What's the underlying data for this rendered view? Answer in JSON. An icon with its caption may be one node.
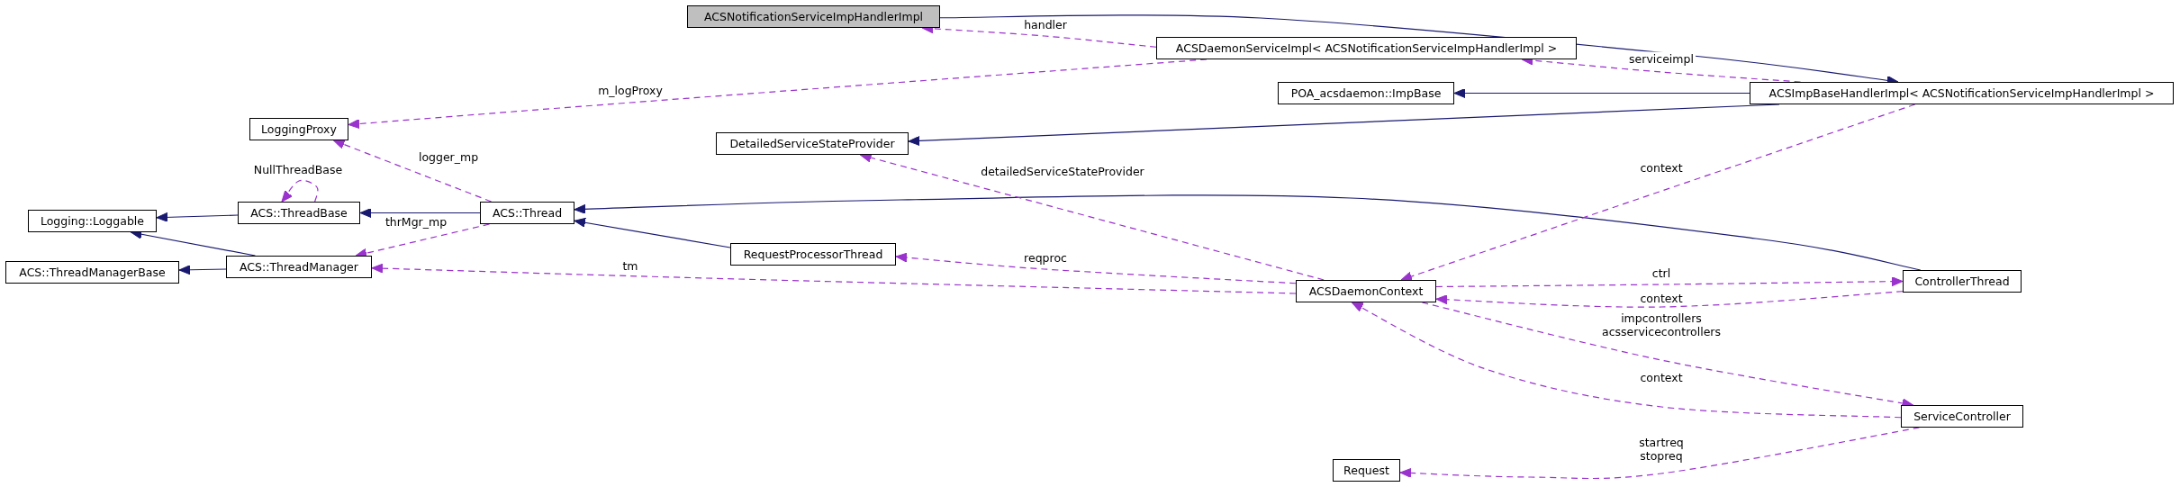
{
  "diagram": {
    "nodes": [
      {
        "text": [
          "ACSNotificationServiceImpHandlerImpl"
        ]
      },
      {
        "text": [
          "ACSDaemonServiceImpl< ACSNotificationServiceImpHandlerImpl >"
        ]
      },
      {
        "text": [
          "LoggingProxy"
        ]
      },
      {
        "text": [
          "POA_acsdaemon::ImpBase"
        ]
      },
      {
        "text": [
          "ACSImpBaseHandlerImpl< ACSNotificationServiceImpHandlerImpl >"
        ]
      },
      {
        "text": [
          "DetailedServiceStateProvider"
        ]
      },
      {
        "text": [
          "Logging::Loggable"
        ]
      },
      {
        "text": [
          "ACS::ThreadBase"
        ]
      },
      {
        "text": [
          "ACS::Thread"
        ]
      },
      {
        "text": [
          "ACS::ThreadManagerBase"
        ]
      },
      {
        "text": [
          "ACS::ThreadManager"
        ]
      },
      {
        "text": [
          "RequestProcessorThread"
        ]
      },
      {
        "text": [
          "ACSDaemonContext"
        ]
      },
      {
        "text": [
          "ControllerThread"
        ]
      },
      {
        "text": [
          "ServiceController"
        ]
      },
      {
        "text": [
          "Request"
        ]
      }
    ],
    "edges": [
      {
        "from": 0,
        "to": 4,
        "arrow": "to",
        "color": "#191970"
      },
      {
        "from": 1,
        "to": 0,
        "arrow": "to",
        "label": "handler",
        "style": "dashed"
      },
      {
        "from": 4,
        "to": 1,
        "arrow": "to",
        "label": "serviceimpl",
        "style": "dashed"
      },
      {
        "from": 1,
        "to": 2,
        "arrow": "to",
        "label": "m_logProxy",
        "style": "dashed"
      },
      {
        "from": 4,
        "to": 3,
        "arrow": "to",
        "color": "#191970"
      },
      {
        "from": 4,
        "to": 5,
        "arrow": "to",
        "color": "#191970"
      },
      {
        "from": 13,
        "to": 8,
        "arrow": "to",
        "color": "#191970"
      },
      {
        "from": 11,
        "to": 8,
        "arrow": "to",
        "color": "#191970"
      },
      {
        "from": 8,
        "to": 7,
        "arrow": "to",
        "color": "#191970"
      },
      {
        "from": 7,
        "to": 6,
        "arrow": "to",
        "color": "#191970"
      },
      {
        "from": 10,
        "to": 6,
        "arrow": "to",
        "color": "#191970"
      },
      {
        "from": 10,
        "to": 9,
        "arrow": "to",
        "color": "#191970"
      },
      {
        "from": 7,
        "to": 7,
        "arrow": "to",
        "label": "NullThreadBase",
        "style": "dashed"
      },
      {
        "from": 8,
        "to": 2,
        "arrow": "to",
        "label": "logger_mp",
        "style": "dashed"
      },
      {
        "from": 8,
        "to": 10,
        "arrow": "to",
        "label": "thrMgr_mp",
        "style": "dashed"
      },
      {
        "from": 12,
        "to": 10,
        "arrow": "to",
        "label": "tm",
        "style": "dashed"
      },
      {
        "from": 12,
        "to": 11,
        "arrow": "to",
        "label": "reqproc",
        "style": "dashed"
      },
      {
        "from": 12,
        "to": 5,
        "arrow": "to",
        "label": "detailedServiceStateProvider",
        "style": "dashed"
      },
      {
        "from": 4,
        "to": 12,
        "arrow": "to",
        "label": "context",
        "style": "dashed"
      },
      {
        "from": 12,
        "to": 13,
        "arrow": "to",
        "label": "ctrl",
        "style": "dashed"
      },
      {
        "from": 13,
        "to": 12,
        "arrow": "to",
        "label": "context",
        "style": "dashed"
      },
      {
        "from": 12,
        "to": 14,
        "arrow": "to",
        "label": "impcontrollers acsservicecontrollers",
        "style": "dashed"
      },
      {
        "from": 14,
        "to": 12,
        "arrow": "to",
        "label": "context",
        "style": "dashed"
      },
      {
        "from": 14,
        "to": 15,
        "arrow": "to",
        "label": "startreq stopreq",
        "style": "dashed"
      }
    ]
  }
}
